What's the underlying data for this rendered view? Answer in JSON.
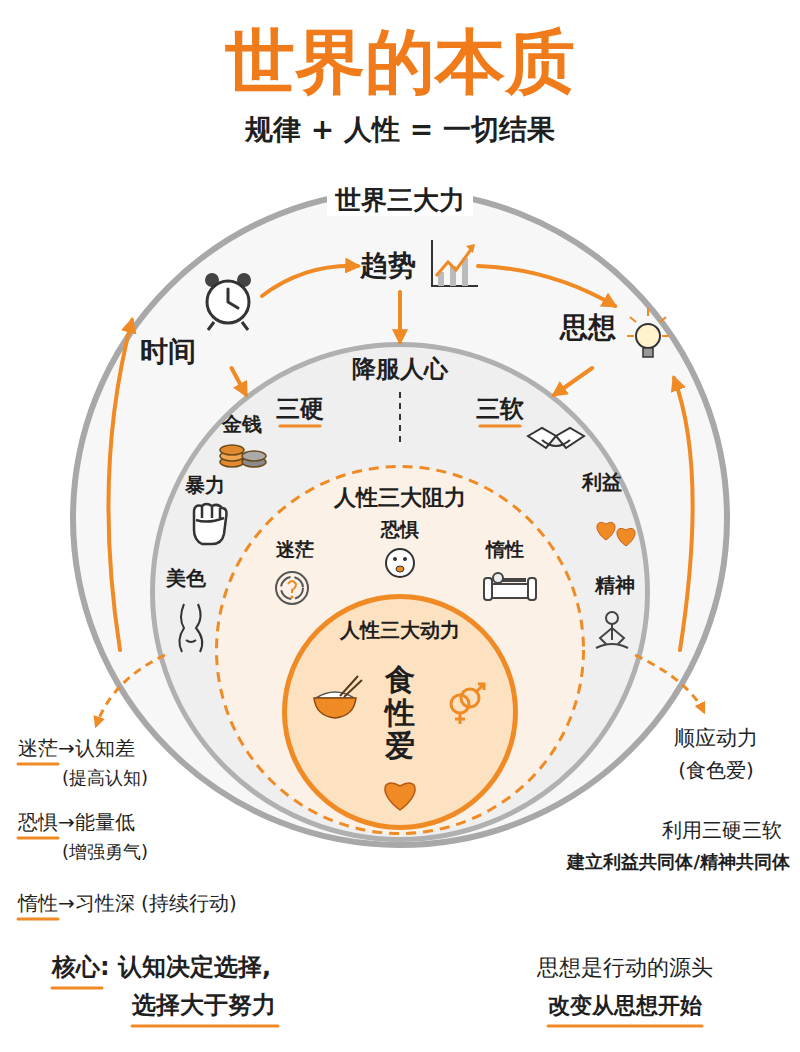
{
  "diagram": {
    "title": "世界的本质",
    "nodes": [
      {
        "text": [
          "世界三大力"
        ]
      },
      {
        "text": [
          "时间"
        ],
        "in": 0
      },
      {
        "text": [
          "趋势"
        ],
        "in": 0
      },
      {
        "text": [
          "思想"
        ],
        "in": 0
      },
      {
        "text": [
          "降服人心",
          "三硬",
          "三软",
          "金钱",
          "暴力",
          "美色",
          "利益",
          "精神"
        ],
        "in": 0
      },
      {
        "text": [
          "人性三大阻力",
          "恐惧",
          "迷茫",
          "惰性"
        ],
        "in": 4
      },
      {
        "text": [
          "人性三大动力",
          "食性爱"
        ],
        "in": 5
      }
    ],
    "edges": [
      {
        "from": 1,
        "to": 2,
        "arrow": "to"
      },
      {
        "from": 2,
        "to": 3,
        "arrow": "to"
      },
      {
        "from": 2,
        "to": 4,
        "arrow": "to"
      },
      {
        "from": 1,
        "to": 4,
        "arrow": "to"
      },
      {
        "from": 3,
        "to": 4,
        "arrow": "to"
      }
    ],
    "labels": [
      "规律 + 人性 = 一切结果",
      "迷茫→认知差",
      "(提高认知)",
      "恐惧→能量低",
      "(增强勇气)",
      "惰性→习性深 (持续行动)",
      "核心: 认知决定选择,",
      "选择大于努力",
      "顺应动力",
      "(食色爱)",
      "利用三硬三软",
      "建立利益共同体/精神共同体",
      "思想是行动的源头",
      "改变从思想开始"
    ]
  }
}
